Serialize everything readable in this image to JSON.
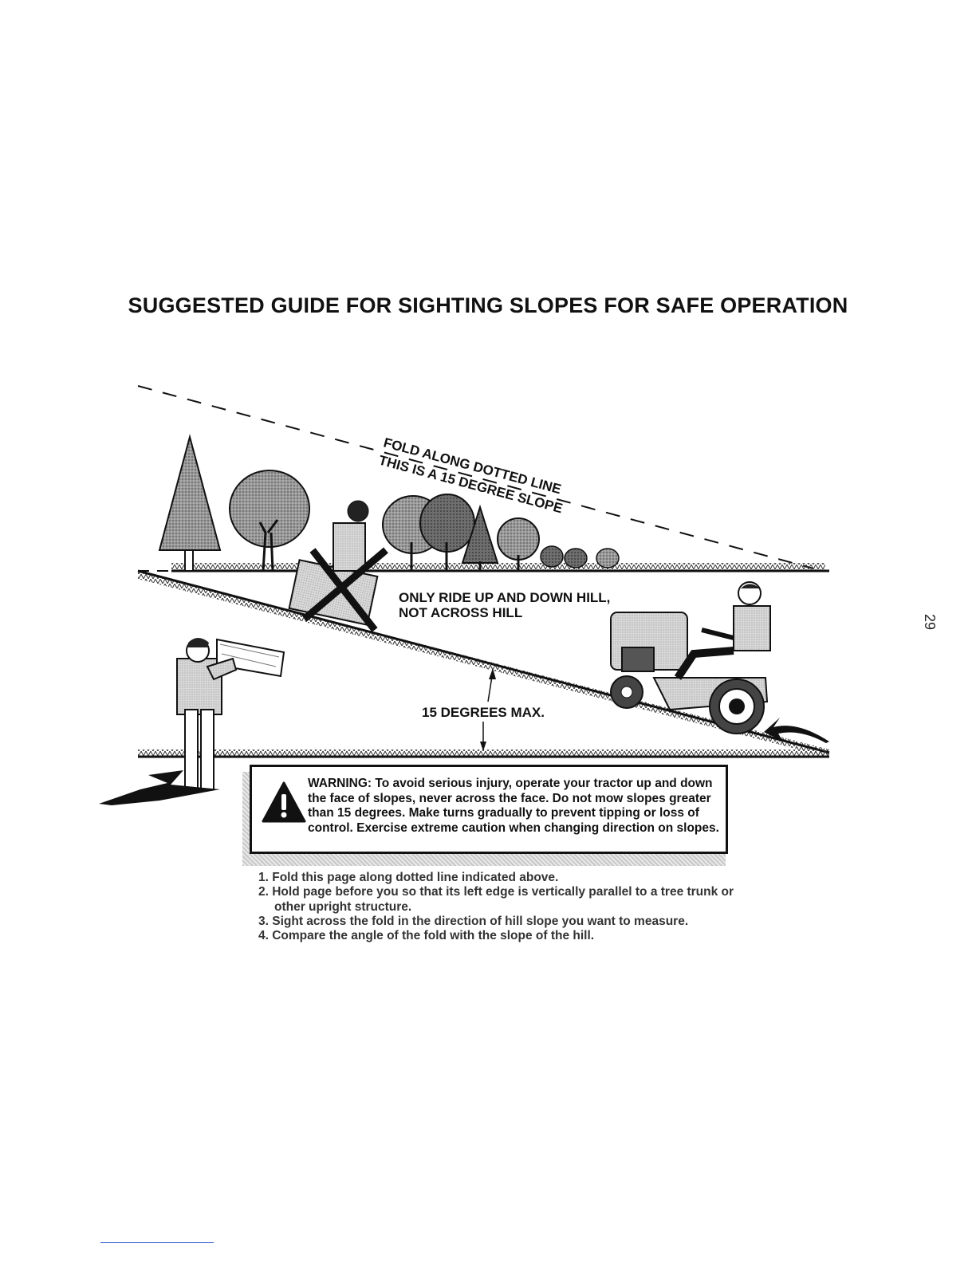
{
  "page": {
    "title": "SUGGESTED GUIDE FOR SIGHTING SLOPES FOR SAFE OPERATION",
    "page_number": "29"
  },
  "diagram": {
    "fold_label": "FOLD ALONG DOTTED LINE",
    "slope_label": "THIS IS A 15 DEGREE SLOPE",
    "ride_instruction_line1": "ONLY RIDE UP AND DOWN HILL,",
    "ride_instruction_line2": "NOT ACROSS HILL",
    "max_angle_label": "15 DEGREES MAX."
  },
  "warning": {
    "icon": "warning-triangle-icon",
    "text": "WARNING: To avoid serious injury, operate your tractor up and down the face of slopes, never across the face. Do not mow slopes greater than 15 degrees. Make turns gradually to prevent tipping or loss of control. Exercise extreme caution when changing direction on slopes."
  },
  "instructions": [
    "1. Fold this page along dotted line indicated above.",
    "2. Hold page before you so that its left edge is vertically parallel to a tree trunk or other upright structure.",
    "3. Sight across the fold in the direction of hill slope you want to measure.",
    "4. Compare the angle of the fold with the slope of the hill."
  ]
}
